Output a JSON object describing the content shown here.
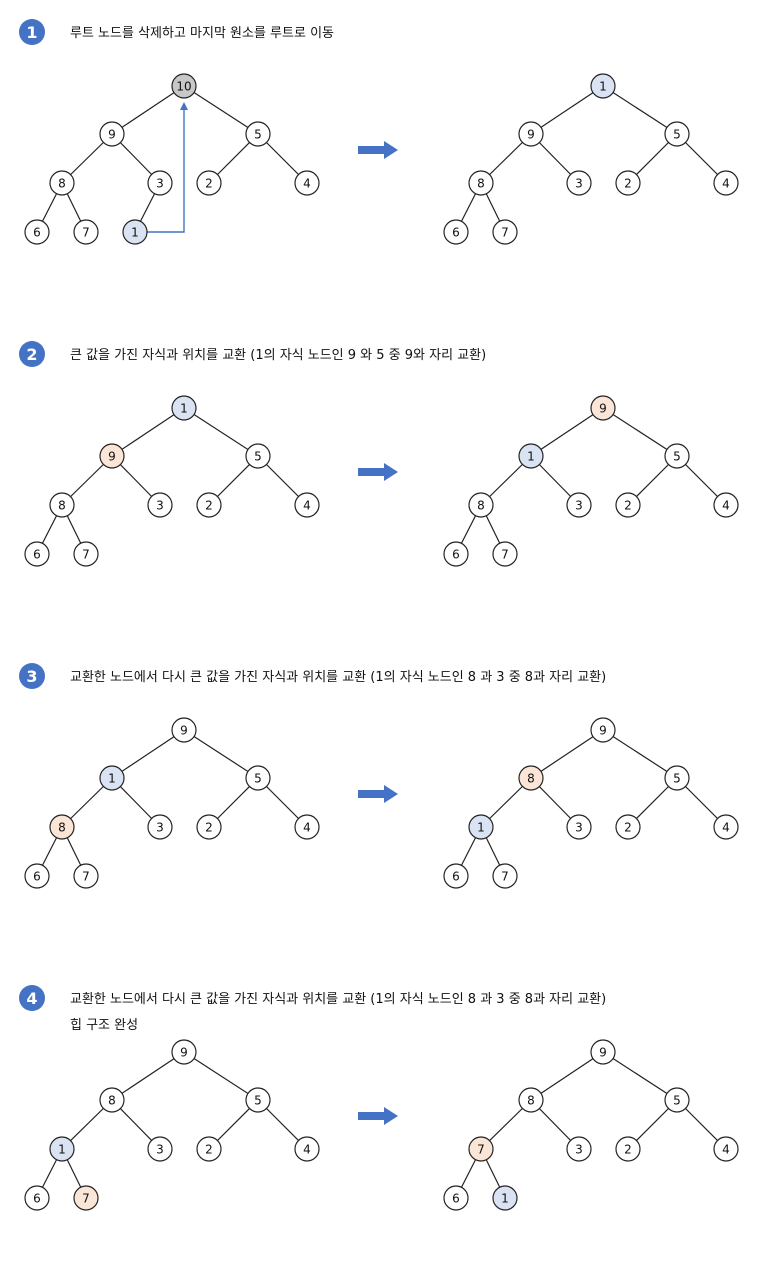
{
  "colors": {
    "badge": "#4472c4",
    "edge": "#222222",
    "node_default": "#ffffff",
    "node_removed": "#c8c8c8",
    "node_moved": "#dae3f3",
    "node_swapped": "#fbe5d6",
    "arrow": "#4472c4",
    "text": "#111111"
  },
  "steps": [
    {
      "number": "1",
      "caption_lines": [
        "루트 노드를 삭제하고 마지막 원소를 루트로 이동"
      ],
      "before": {
        "values": [
          "10",
          "9",
          "5",
          "8",
          "3",
          "2",
          "4",
          "6",
          "7",
          "1"
        ],
        "states": [
          "removed",
          "default",
          "default",
          "default",
          "default",
          "default",
          "default",
          "default",
          "default",
          "moved"
        ],
        "show_move_path": true
      },
      "after": {
        "values": [
          "1",
          "9",
          "5",
          "8",
          "3",
          "2",
          "4",
          "6",
          "7"
        ],
        "states": [
          "moved",
          "default",
          "default",
          "default",
          "default",
          "default",
          "default",
          "default",
          "default"
        ]
      }
    },
    {
      "number": "2",
      "caption_lines": [
        "큰 값을 가진 자식과 위치를 교환 (1의 자식 노드인 9 와 5 중 9와 자리 교환)"
      ],
      "before": {
        "values": [
          "1",
          "9",
          "5",
          "8",
          "3",
          "2",
          "4",
          "6",
          "7"
        ],
        "states": [
          "moved",
          "swapped",
          "default",
          "default",
          "default",
          "default",
          "default",
          "default",
          "default"
        ]
      },
      "after": {
        "values": [
          "9",
          "1",
          "5",
          "8",
          "3",
          "2",
          "4",
          "6",
          "7"
        ],
        "states": [
          "swapped",
          "moved",
          "default",
          "default",
          "default",
          "default",
          "default",
          "default",
          "default"
        ]
      }
    },
    {
      "number": "3",
      "caption_lines": [
        "교환한 노드에서 다시 큰 값을 가진 자식과 위치를 교환 (1의 자식 노드인 8 과 3 중 8과 자리 교환)"
      ],
      "before": {
        "values": [
          "9",
          "1",
          "5",
          "8",
          "3",
          "2",
          "4",
          "6",
          "7"
        ],
        "states": [
          "default",
          "moved",
          "default",
          "swapped",
          "default",
          "default",
          "default",
          "default",
          "default"
        ]
      },
      "after": {
        "values": [
          "9",
          "8",
          "5",
          "1",
          "3",
          "2",
          "4",
          "6",
          "7"
        ],
        "states": [
          "default",
          "swapped",
          "default",
          "moved",
          "default",
          "default",
          "default",
          "default",
          "default"
        ]
      }
    },
    {
      "number": "4",
      "caption_lines": [
        "교환한 노드에서 다시 큰 값을 가진 자식과 위치를 교환 (1의 자식 노드인 8 과 3 중 8과 자리 교환)",
        "힙 구조 완성"
      ],
      "before": {
        "values": [
          "9",
          "8",
          "5",
          "1",
          "3",
          "2",
          "4",
          "6",
          "7"
        ],
        "states": [
          "default",
          "default",
          "default",
          "moved",
          "default",
          "default",
          "default",
          "default",
          "swapped"
        ]
      },
      "after": {
        "values": [
          "9",
          "8",
          "5",
          "7",
          "3",
          "2",
          "4",
          "6",
          "1"
        ],
        "states": [
          "default",
          "default",
          "default",
          "swapped",
          "default",
          "default",
          "default",
          "default",
          "moved"
        ]
      }
    }
  ]
}
